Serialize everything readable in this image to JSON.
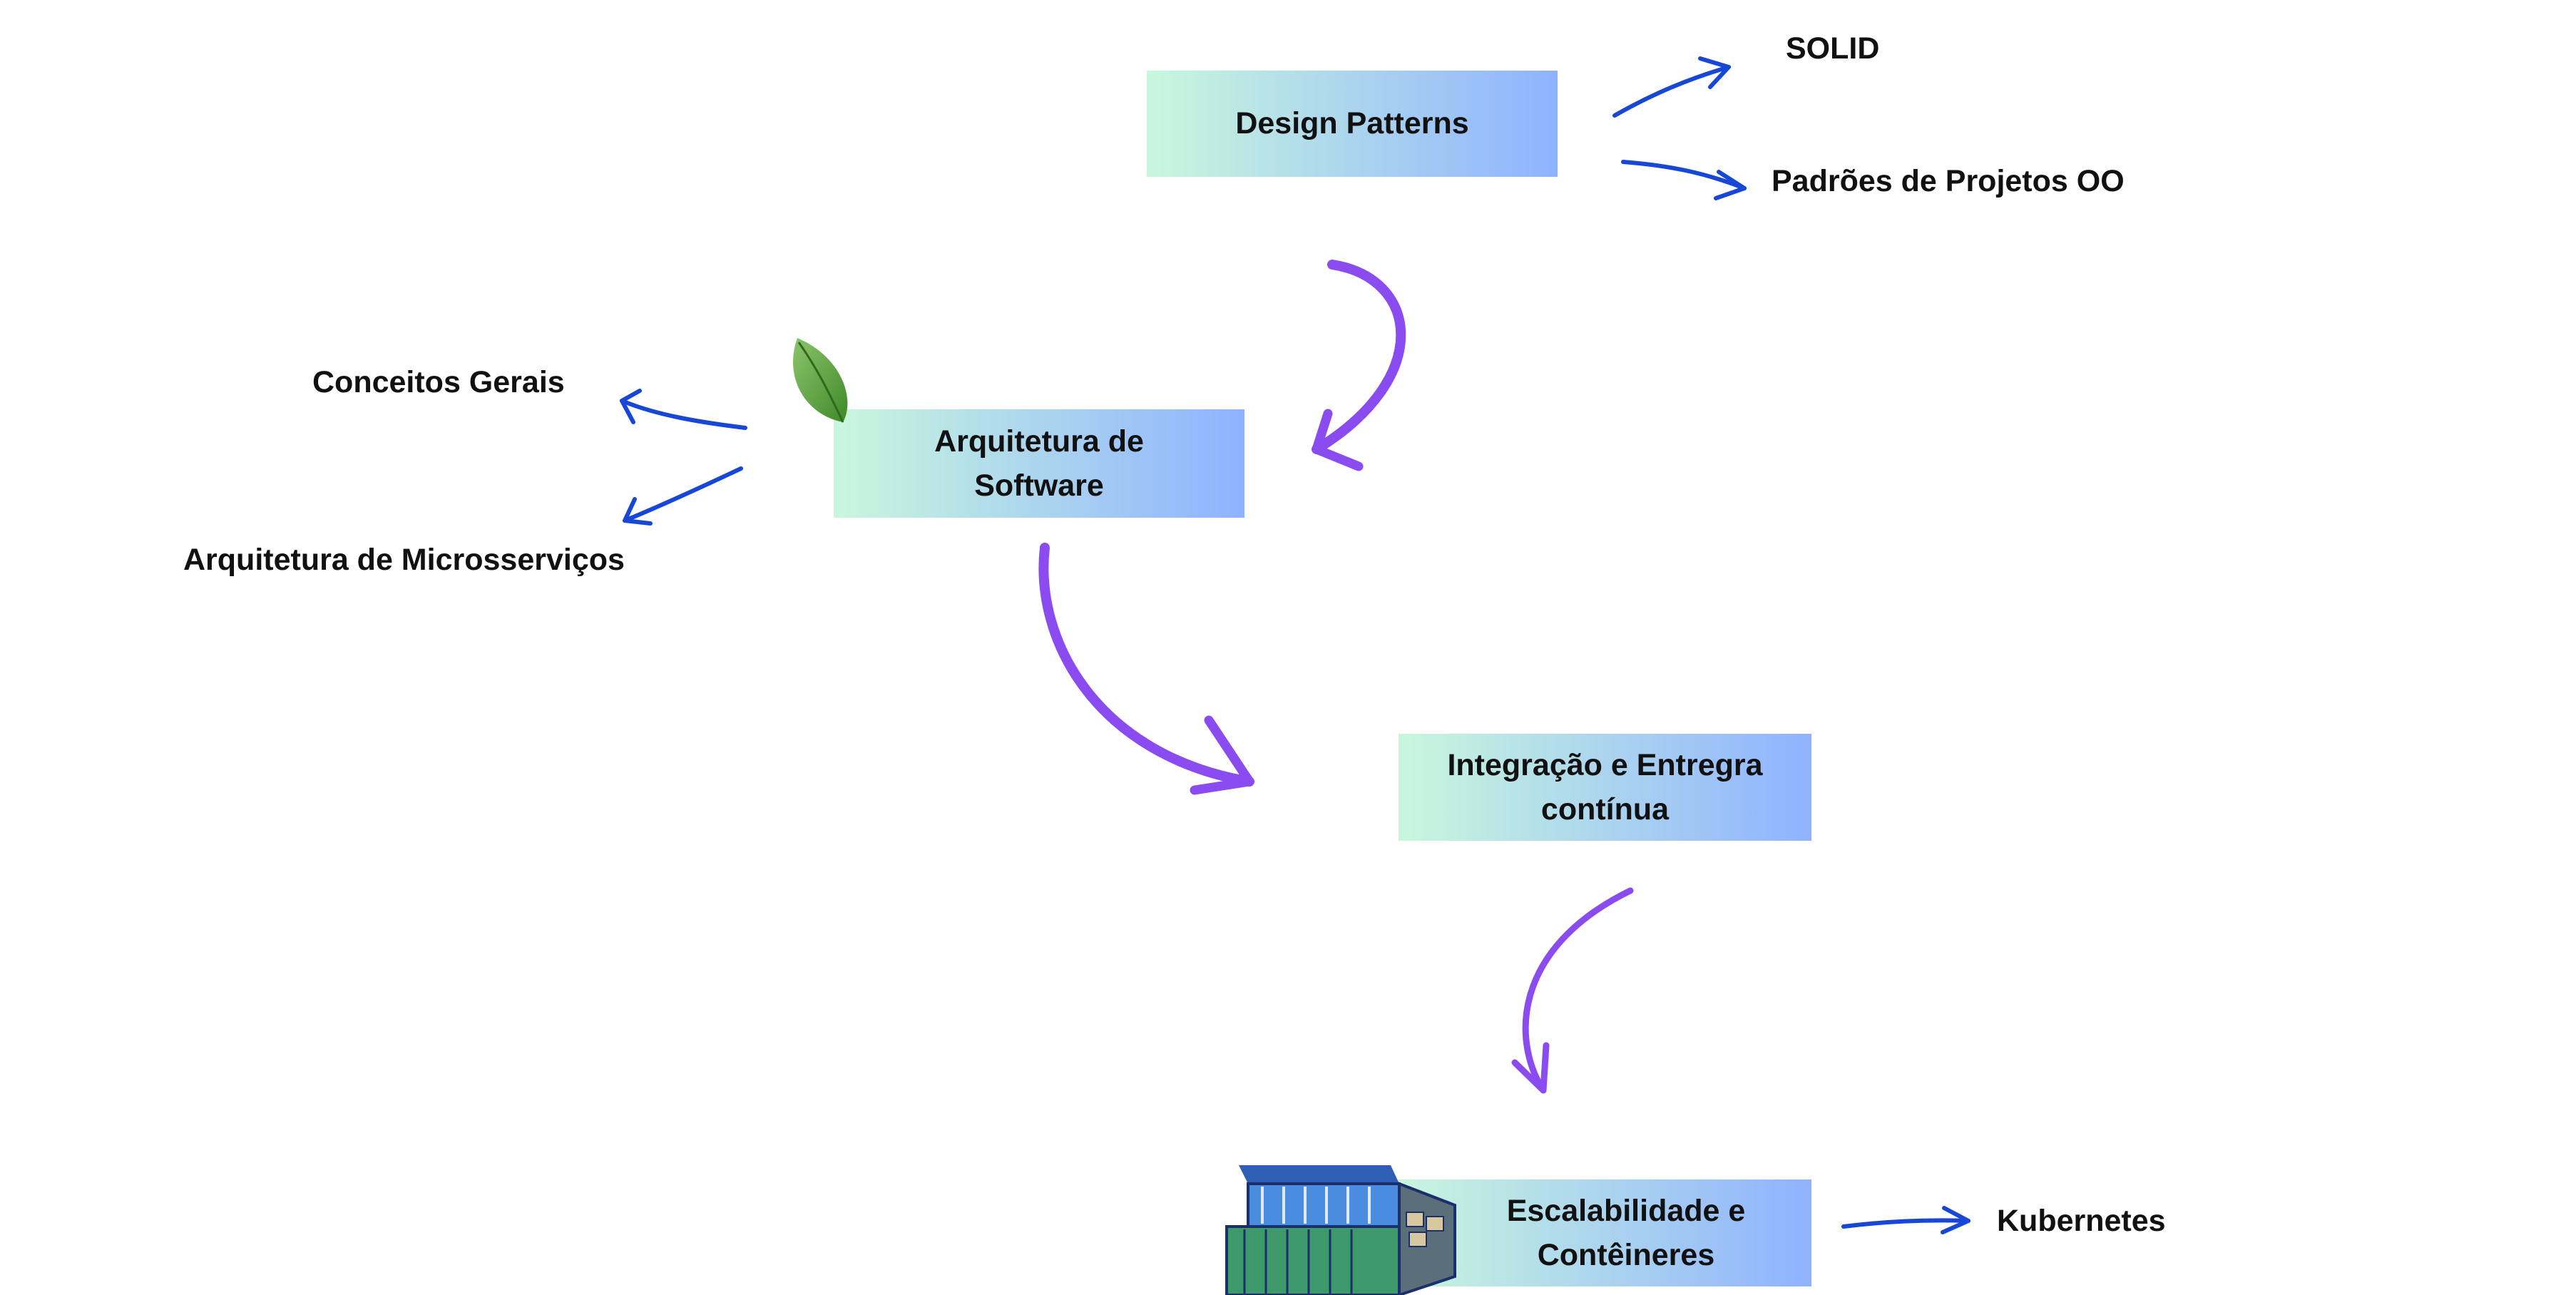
{
  "nodes": {
    "design_patterns": "Design Patterns",
    "arquitetura_software": "Arquitetura de\nSoftware",
    "integracao": "Integração e Entregra\ncontínua",
    "escalabilidade": "Escalabilidade e\nContêineres"
  },
  "labels": {
    "solid": "SOLID",
    "padroes_oo": "Padrões de Projetos OO",
    "conceitos_gerais": "Conceitos Gerais",
    "arquitetura_micro": "Arquitetura de Microsserviços",
    "kubernetes": "Kubernetes"
  },
  "colors": {
    "node_gradient_start": "#c9f7dd",
    "node_gradient_end": "#8fb2ff",
    "flow_arrow": "#8a4cf0",
    "branch_arrow": "#1747d6",
    "text": "#111111"
  }
}
